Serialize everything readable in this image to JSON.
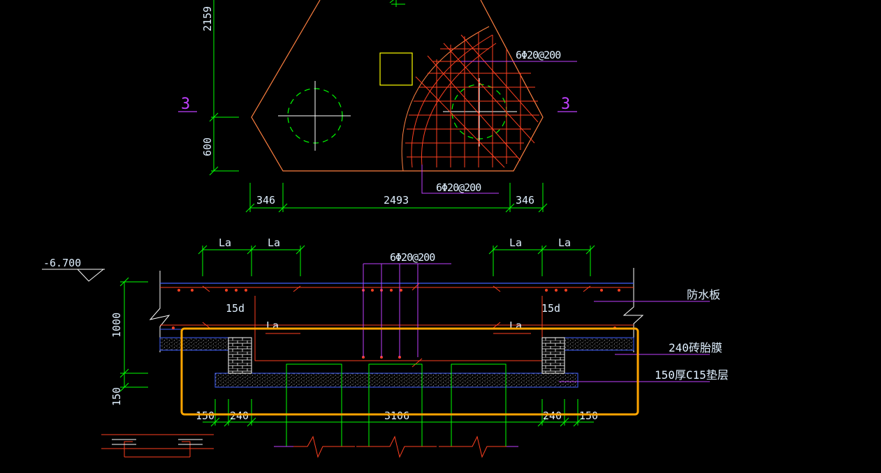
{
  "colors": {
    "background": "#000000",
    "green": "#00ff00",
    "red": "#ff4020",
    "orange": "#ff8040",
    "blue": "#4060ff",
    "magenta": "#c040ff",
    "white": "#ffffff",
    "yellow": "#ffff00",
    "cyan_white": "#e0f0ff",
    "highlight": "#ffa500"
  },
  "plan": {
    "dim_top": "2159",
    "dim_left": "600",
    "dim_bottom_left": "346",
    "dim_bottom_mid": "2493",
    "dim_bottom_right": "346",
    "rebar_top": "6Φ20@200",
    "rebar_bottom": "6Φ20@200",
    "section_mark_left": "3",
    "section_mark_right": "3"
  },
  "section": {
    "elevation": "-6.700",
    "la_labels": [
      "La",
      "La",
      "La",
      "La"
    ],
    "la_inner_left": "La",
    "la_inner_right": "La",
    "rebar_top": "6Φ20@200",
    "hook_left": "15d",
    "hook_right": "15d",
    "dim_1000": "1000",
    "dim_150_vertical": "150",
    "bottom_dims": [
      "150",
      "240",
      "3106",
      "240",
      "150"
    ],
    "note_waterproof": "防水板",
    "note_brick_mold": "240砖胎膜",
    "note_cushion": "150厚C15垫层"
  }
}
